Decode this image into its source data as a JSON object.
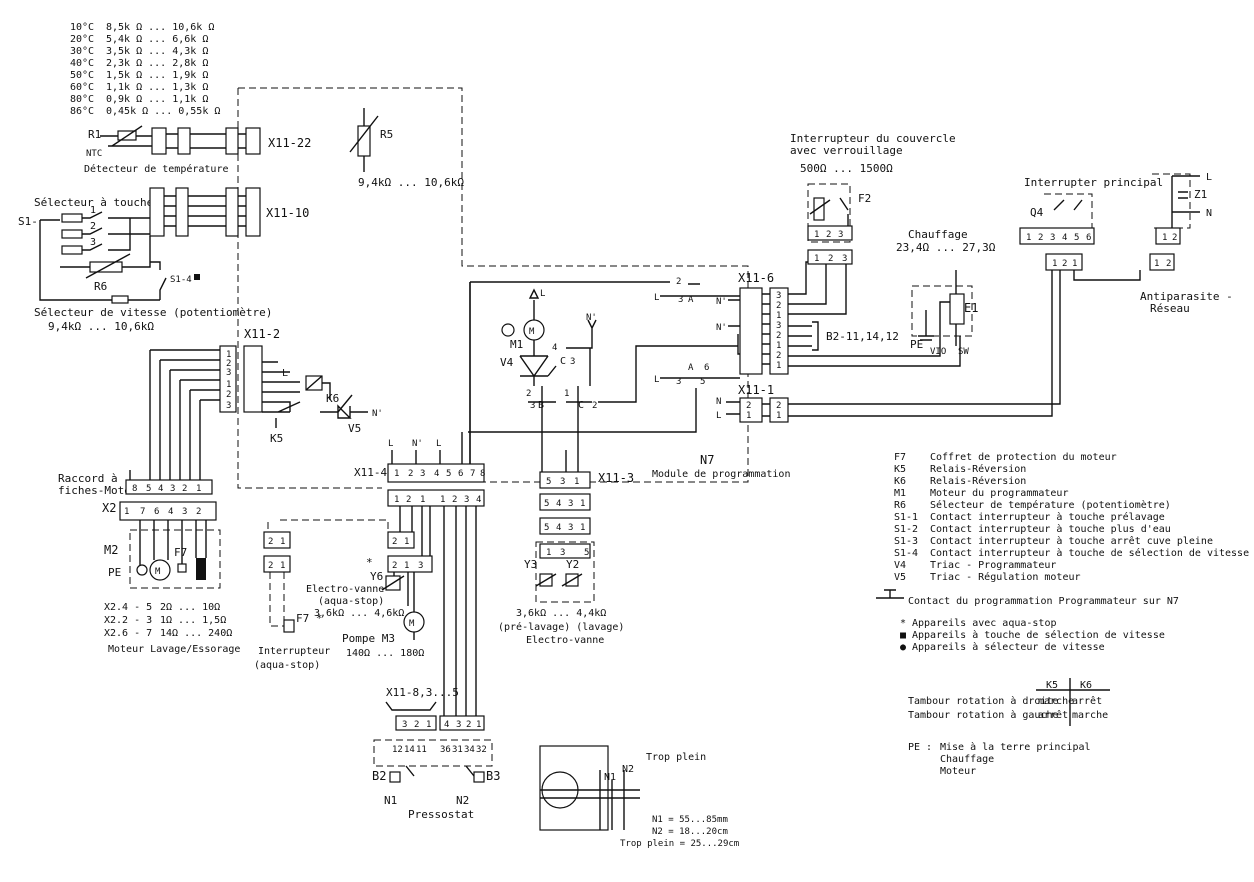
{
  "ntc_table": [
    [
      "10°C",
      "8,5k Ω ... 10,6k Ω"
    ],
    [
      "20°C",
      "5,4k Ω ... 6,6k Ω"
    ],
    [
      "30°C",
      "3,5k Ω ... 4,3k Ω"
    ],
    [
      "40°C",
      "2,3k Ω ... 2,8k Ω"
    ],
    [
      "50°C",
      "1,5k Ω ... 1,9k Ω"
    ],
    [
      "60°C",
      "1,1k Ω ... 1,3k Ω"
    ],
    [
      "80°C",
      "0,9k Ω ... 1,1k Ω"
    ],
    [
      "86°C",
      "0,45k Ω ... 0,55k Ω"
    ]
  ],
  "labels": {
    "r1": "R1",
    "ntc": "NTC",
    "temp_detector": "Détecteur de température",
    "x11_22": "X11-22",
    "r5": "R5",
    "r5_range": "9,4kΩ ... 10,6kΩ",
    "key_selector": "Sélecteur à touches",
    "s1": "S1-",
    "x11_10": "X11-10",
    "r6": "R6",
    "s1_4": "S1-4",
    "speed_selector": "Sélecteur de vitesse (potentiomètre)",
    "speed_range": "9,4kΩ ... 10,6kΩ",
    "x11_2": "X11-2",
    "k6": "K6",
    "k5": "K5",
    "v5": "V5",
    "nprime": "N'",
    "l": "L",
    "n": "N",
    "m1": "M1",
    "v4": "V4",
    "contact_4": "4",
    "contact_c": "C",
    "contact_3": "3",
    "contact_2": "2",
    "contact_1": "1",
    "contact_a": "A",
    "contact_b": "B",
    "contact_5": "5",
    "contact_6": "6",
    "x11_6": "X11-6",
    "x11_1": "X11-1",
    "b2_ref": "B2-11,14,12",
    "x11_4": "X11-4",
    "x11_3": "X11-3",
    "n7": "N7",
    "module_prog": "Module de programmation",
    "lid_switch_1": "Interrupteur du couvercle",
    "lid_switch_2": "avec verrouillage",
    "lid_range": "500Ω ... 1500Ω",
    "f2": "F2",
    "chauffage": "Chauffage",
    "chauffage_range": "23,4Ω ... 27,3Ω",
    "e1": "E1",
    "pe": "PE",
    "vio": "VIO",
    "sw": "SW",
    "main_switch": "Interrupter principal",
    "q4": "Q4",
    "z1": "Z1",
    "antiparasite_1": "Antiparasite -",
    "antiparasite_2": "Réseau",
    "raccord_1": "Raccord à",
    "raccord_2": "fiches-Moteur",
    "x2": "X2",
    "m2": "M2",
    "f7": "F7",
    "motor_table": [
      [
        "X2.4 - 5",
        "2Ω ... 10Ω"
      ],
      [
        "X2.2 - 3",
        "1Ω ... 1,5Ω"
      ],
      [
        "X2.6 - 7",
        "14Ω ... 240Ω"
      ]
    ],
    "motor_title": "Moteur Lavage/Essorage",
    "interrupteur_1": "Interrupteur",
    "interrupteur_2": "(aqua-stop)",
    "f7_star": "F7 *",
    "y6": "Y6",
    "star": "*",
    "ev_1": "Electro-vanne",
    "ev_2": "(aqua-stop)",
    "ev_range": "3,6kΩ ... 4,6kΩ",
    "pump": "Pompe M3",
    "pump_range": "140Ω ... 180Ω",
    "y3": "Y3",
    "y2": "Y2",
    "valve_range": "3,6kΩ ... 4,4kΩ",
    "valve_labels": "(pré-lavage)   (lavage)",
    "valve_title": "Electro-vanne",
    "x11_pres": "X11-8,3...5",
    "b2": "B2",
    "b3": "B3",
    "n1": "N1",
    "n2": "N2",
    "pressostat": "Pressostat",
    "trop_plein": "Trop plein",
    "level_n1": "N1 = 55...85mm",
    "level_n2": "N2 = 18...20cm",
    "level_tp": "Trop plein = 25...29cm"
  },
  "legend": [
    [
      "F7",
      "Coffret de protection du moteur"
    ],
    [
      "K5",
      "Relais-Réversion"
    ],
    [
      "K6",
      "Relais-Réversion"
    ],
    [
      "M1",
      "Moteur du programmateur"
    ],
    [
      "R6",
      "Sélecteur de température (potentiomètre)"
    ],
    [
      "S1-1",
      "Contact interrupteur à touche prélavage"
    ],
    [
      "S1-2",
      "Contact interrupteur à touche plus d'eau"
    ],
    [
      "S1-3",
      "Contact interrupteur à touche arrêt cuve pleine"
    ],
    [
      "S1-4",
      "Contact interrupteur à touche de sélection de vitesse"
    ],
    [
      "V4",
      "Triac - Programmateur"
    ],
    [
      "V5",
      "Triac - Régulation moteur"
    ]
  ],
  "contact_note": "Contact du programmation Programmateur sur N7",
  "symbols": [
    [
      "*",
      "Appareils avec aqua-stop"
    ],
    [
      "■",
      "Appareils à touche de sélection de vitesse"
    ],
    [
      "●",
      "Appareils à sélecteur de vitesse"
    ]
  ],
  "rotation": {
    "col1": "K5",
    "col2": "K6",
    "rows": [
      [
        "Tambour rotation à droite",
        "marche",
        "arrêt"
      ],
      [
        "Tambour rotation à gauche",
        "arrêt",
        "marche"
      ]
    ]
  },
  "pe_note": [
    "PE :",
    "Mise à la terre principal",
    "Chauffage",
    "Moteur"
  ]
}
